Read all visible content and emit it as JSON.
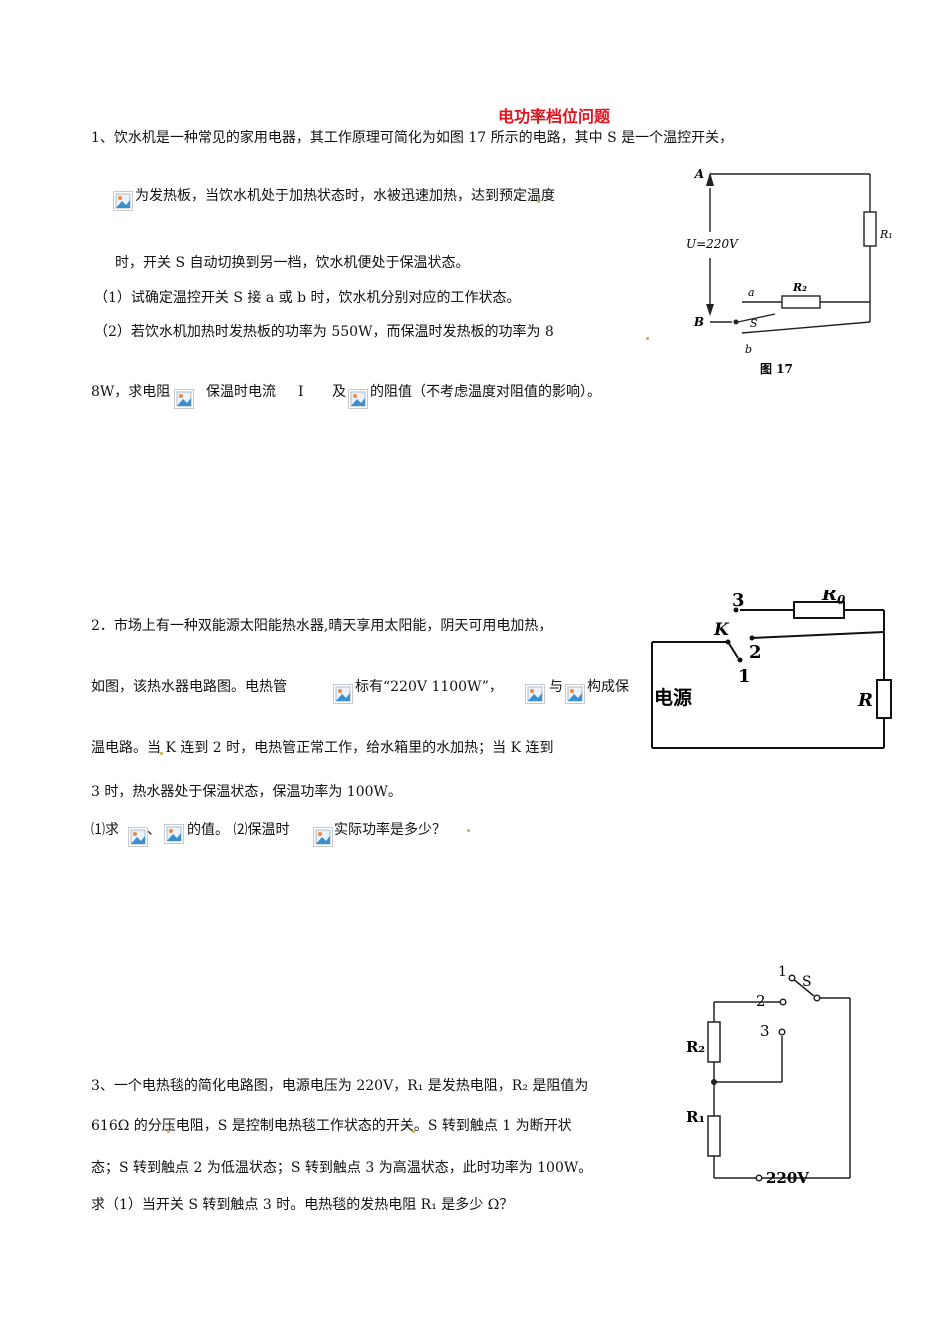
{
  "title": "电功率档位问题",
  "q1": {
    "line1": "1、饮水机是一种常见的家用电器，其工作原理可简化为如图 17 所示的电路，其中 S 是一个温控开关，",
    "line2": "为发热板，当饮水机处于加热状态时，水被迅速加热，达到预定温度",
    "line3": "时，开关 S 自动切换到另一档，饮水机便处于保温状态。",
    "line4": "（1）试确定温控开关 S 接 a 或 b 时，饮水机分别对应的工作状态。",
    "line5": "（2）若饮水机加热时发热板的功率为 550W，而保温时发热板的功率为 8",
    "line6a": "8W，求电阻",
    "line6b": "保温时电流",
    "line6c": "I",
    "line6d": "及",
    "line6e": "的阻值（不考虑温度对阻值的影响）。",
    "figure": {
      "label_A": "A",
      "label_B": "B",
      "label_U": "U=220V",
      "label_R1": "R₁",
      "label_R2": "R₂",
      "label_a": "a",
      "label_b": "b",
      "label_S": "S",
      "caption": "图 17"
    }
  },
  "q2": {
    "line1": "2．市场上有一种双能源太阳能热水器,晴天享用太阳能，阴天可用电加热，",
    "line2a": "如图，该热水器电路图。电热管",
    "line2b": "标有“220V  1100W”，",
    "line2c": "与",
    "line2d": "构成保",
    "line3": "温电路。当 K 连到 2 时，电热管正常工作，给水箱里的水加热；当 K 连到",
    "line4": "3 时，热水器处于保温状态，保温功率为 100W。",
    "line5a": "⑴求",
    "line5b": "、",
    "line5c": "的值。  ⑵保温时",
    "line5d": "实际功率是多少？",
    "figure": {
      "label_3": "3",
      "label_K": "K",
      "label_2": "2",
      "label_1": "1",
      "label_R0": "R",
      "label_R0_sub": "0",
      "label_R": "R",
      "label_source": "电源"
    }
  },
  "q3": {
    "line1": "3、一个电热毯的简化电路图，电源电压为 220V，R₁ 是发热电阻，R₂ 是阻值为",
    "line2": "616Ω 的分压电阻，S 是控制电热毯工作状态的开关。S 转到触点 1 为断开状",
    "line3": "态；S 转到触点 2 为低温状态；S 转到触点 3 为高温状态，此时功率为 100W。",
    "line4": "求（1）当开关 S 转到触点 3 时。电热毯的发热电阻 R₁ 是多少 Ω？",
    "figure": {
      "label_1": "1",
      "label_S": "S",
      "label_2": "2",
      "label_3": "3",
      "label_R2": "R₂",
      "label_R1": "R₁",
      "label_V": "220V"
    }
  },
  "icons": [
    "broken-image-icon"
  ]
}
